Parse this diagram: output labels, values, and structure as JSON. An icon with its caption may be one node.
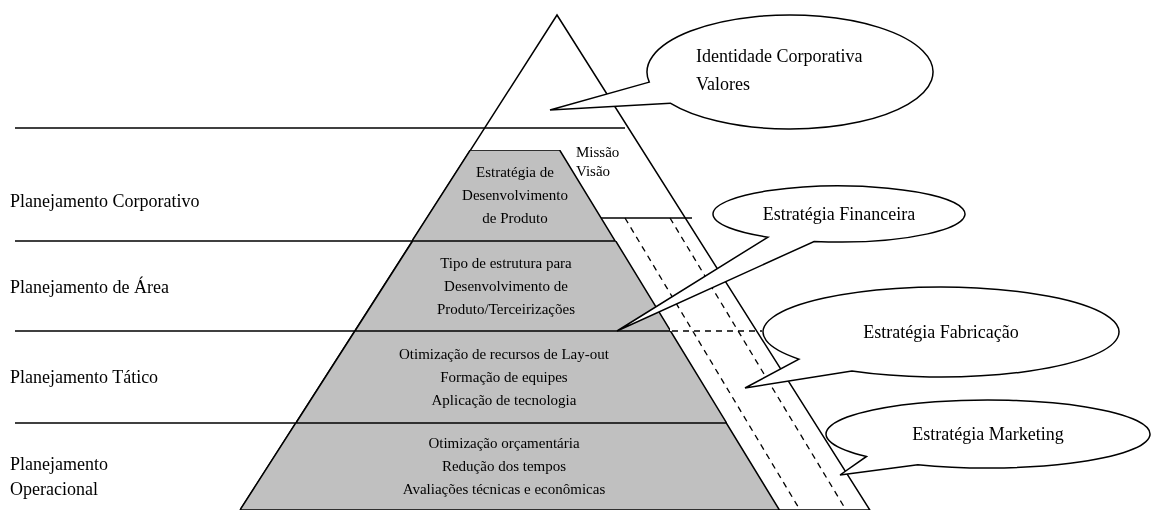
{
  "diagram": {
    "nodes": [
      {
        "text": [
          "Estratégia de Desenvolvimento de Produto"
        ]
      },
      {
        "text": [
          "Tipo de estrutura para Desenvolvimento de Produto/Terceirizações"
        ]
      },
      {
        "text": [
          "Otimização de recursos de Lay-out",
          "Formação de equipes",
          "Aplicação de tecnologia"
        ]
      },
      {
        "text": [
          "Otimização orçamentária",
          "Redução dos tempos",
          "Avaliações técnicas e econômicas"
        ]
      },
      {
        "text": [
          "Identidade Corporativa",
          "Valores"
        ]
      },
      {
        "text": [
          "Estratégia Financeira"
        ]
      },
      {
        "text": [
          "Estratégia Fabricação"
        ]
      },
      {
        "text": [
          "Estratégia Marketing"
        ]
      }
    ],
    "labels": [
      "Missão",
      "Visão",
      "Planejamento Corporativo",
      "Planejamento de Área",
      "Planejamento Tático",
      "Planejamento Operacional"
    ]
  }
}
